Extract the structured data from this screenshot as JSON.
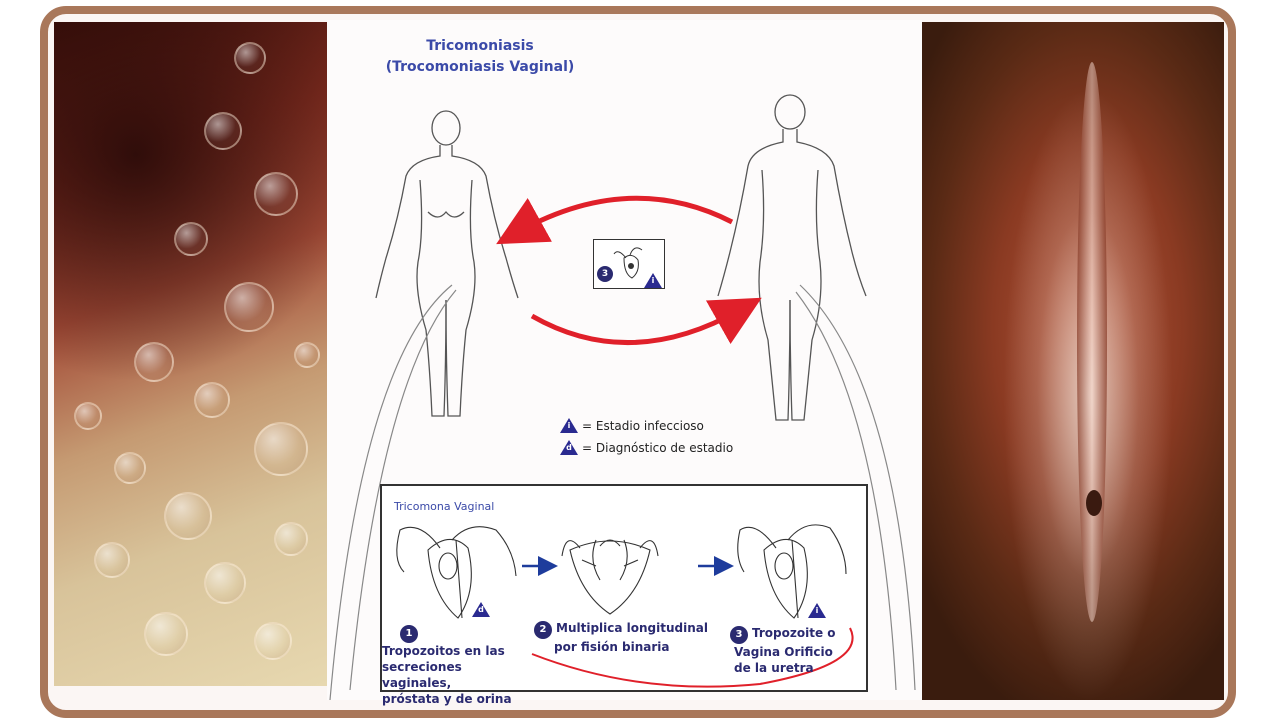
{
  "diagram": {
    "title_line1": "Tricomoniasis",
    "title_line2": "(Trocomoniasis Vaginal)",
    "legend": [
      {
        "symbol": "i",
        "text": "= Estadio infeccioso"
      },
      {
        "symbol": "d",
        "text": "=   Diagnóstico de estadio"
      }
    ],
    "center_stage_number": "3",
    "lifecycle_title": "Tricomona Vaginal",
    "steps": [
      {
        "number": "1",
        "line1": "Tropozoitos en las",
        "line2": "secreciones vaginales,",
        "line3": "próstata y de orina"
      },
      {
        "number": "2",
        "line1": "Multiplica longitudinal",
        "line2": "por fisión binaria"
      },
      {
        "number": "3",
        "line1": "Tropozoite o",
        "line2": "Vagina Orificio",
        "line3": "de la uretra"
      }
    ]
  },
  "colors": {
    "frame": "#a9775a",
    "title_blue": "#3b4aa8",
    "arrow_red": "#e0202a",
    "marker_navy": "#2a2a70",
    "step_arrow": "#1e3c9c"
  }
}
